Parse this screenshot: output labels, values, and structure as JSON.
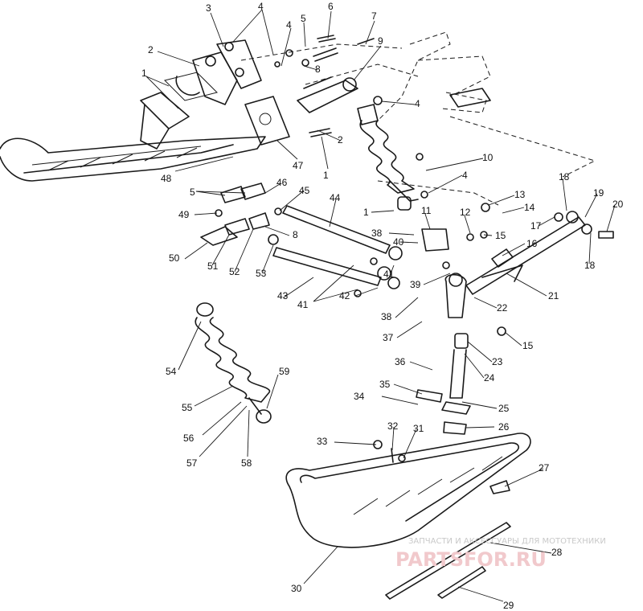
{
  "diagram": {
    "callouts": [
      {
        "id": "c1a",
        "text": "1"
      },
      {
        "id": "c2a",
        "text": "2"
      },
      {
        "id": "c3",
        "text": "3"
      },
      {
        "id": "c4a",
        "text": "4"
      },
      {
        "id": "c4b",
        "text": "4"
      },
      {
        "id": "c5a",
        "text": "5"
      },
      {
        "id": "c6",
        "text": "6"
      },
      {
        "id": "c7",
        "text": "7"
      },
      {
        "id": "c8a",
        "text": "8"
      },
      {
        "id": "c9",
        "text": "9"
      },
      {
        "id": "c4c",
        "text": "4"
      },
      {
        "id": "c2b",
        "text": "2"
      },
      {
        "id": "c1b",
        "text": "1"
      },
      {
        "id": "c47",
        "text": "47"
      },
      {
        "id": "c48",
        "text": "48"
      },
      {
        "id": "c10",
        "text": "10"
      },
      {
        "id": "c4d",
        "text": "4"
      },
      {
        "id": "c13",
        "text": "13"
      },
      {
        "id": "c14",
        "text": "14"
      },
      {
        "id": "c18a",
        "text": "18"
      },
      {
        "id": "c19",
        "text": "19"
      },
      {
        "id": "c20",
        "text": "20"
      },
      {
        "id": "c17",
        "text": "17"
      },
      {
        "id": "c18b",
        "text": "18"
      },
      {
        "id": "c5b",
        "text": "5"
      },
      {
        "id": "c46",
        "text": "46"
      },
      {
        "id": "c45",
        "text": "45"
      },
      {
        "id": "c44",
        "text": "44"
      },
      {
        "id": "c49",
        "text": "49"
      },
      {
        "id": "c1c",
        "text": "1"
      },
      {
        "id": "c11",
        "text": "11"
      },
      {
        "id": "c12",
        "text": "12"
      },
      {
        "id": "c15a",
        "text": "15"
      },
      {
        "id": "c38a",
        "text": "38"
      },
      {
        "id": "c16",
        "text": "16"
      },
      {
        "id": "c8b",
        "text": "8"
      },
      {
        "id": "c40",
        "text": "40"
      },
      {
        "id": "c50",
        "text": "50"
      },
      {
        "id": "c51",
        "text": "51"
      },
      {
        "id": "c52",
        "text": "52"
      },
      {
        "id": "c53",
        "text": "53"
      },
      {
        "id": "c21",
        "text": "21"
      },
      {
        "id": "c43",
        "text": "43"
      },
      {
        "id": "c41a",
        "text": "41"
      },
      {
        "id": "c39",
        "text": "39"
      },
      {
        "id": "c42",
        "text": "42"
      },
      {
        "id": "c41b",
        "text": "41"
      },
      {
        "id": "c22",
        "text": "22"
      },
      {
        "id": "c38b",
        "text": "38"
      },
      {
        "id": "c37",
        "text": "37"
      },
      {
        "id": "c15b",
        "text": "15"
      },
      {
        "id": "c23",
        "text": "23"
      },
      {
        "id": "c36",
        "text": "36"
      },
      {
        "id": "c24",
        "text": "24"
      },
      {
        "id": "c35",
        "text": "35"
      },
      {
        "id": "c54",
        "text": "54"
      },
      {
        "id": "c59",
        "text": "59"
      },
      {
        "id": "c34",
        "text": "34"
      },
      {
        "id": "c25",
        "text": "25"
      },
      {
        "id": "c55",
        "text": "55"
      },
      {
        "id": "c26",
        "text": "26"
      },
      {
        "id": "c56",
        "text": "56"
      },
      {
        "id": "c32",
        "text": "32"
      },
      {
        "id": "c31",
        "text": "31"
      },
      {
        "id": "c33",
        "text": "33"
      },
      {
        "id": "c57",
        "text": "57"
      },
      {
        "id": "c58",
        "text": "58"
      },
      {
        "id": "c27",
        "text": "27"
      },
      {
        "id": "c30",
        "text": "30"
      },
      {
        "id": "c28",
        "text": "28"
      },
      {
        "id": "c29",
        "text": "29"
      }
    ]
  },
  "watermark": {
    "caption": "ЗАПЧАСТИ И АКСЕССУАРЫ ДЛЯ МОТОТЕХНИКИ",
    "brand": "PARTSFOR.RU"
  }
}
